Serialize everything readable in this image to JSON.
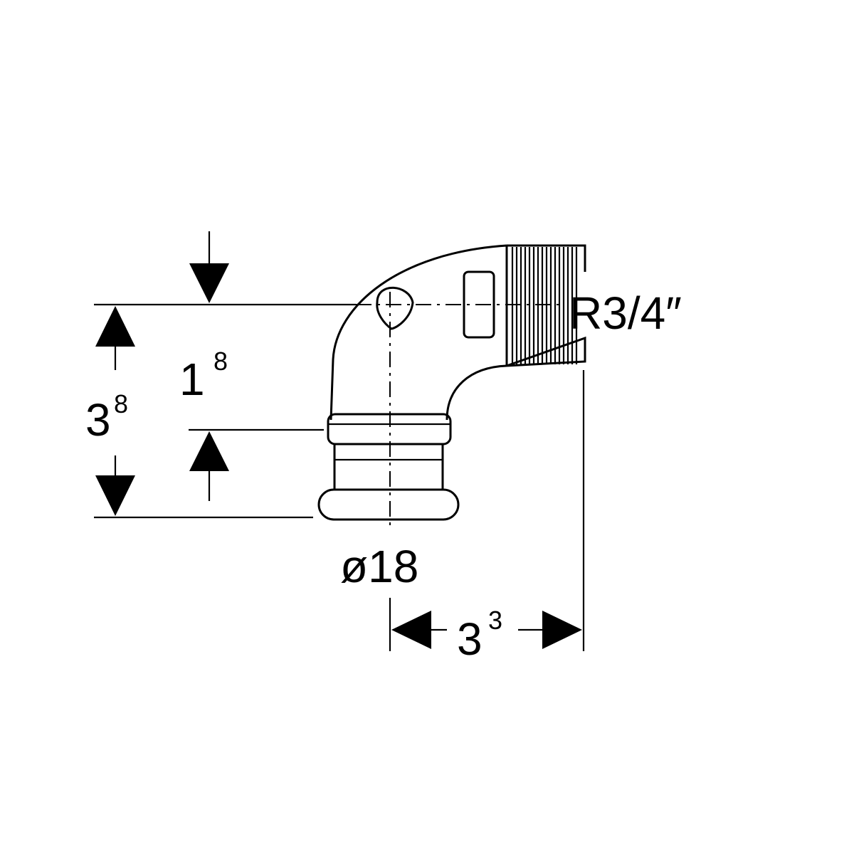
{
  "dimensions": {
    "thread_label": "R3/4″",
    "diameter_label": "ø18",
    "overall_height": {
      "base": "3",
      "sup": "8"
    },
    "socket_depth": {
      "base": "1",
      "sup": "8"
    },
    "horizontal_length": {
      "base": "3",
      "sup": "3"
    }
  }
}
